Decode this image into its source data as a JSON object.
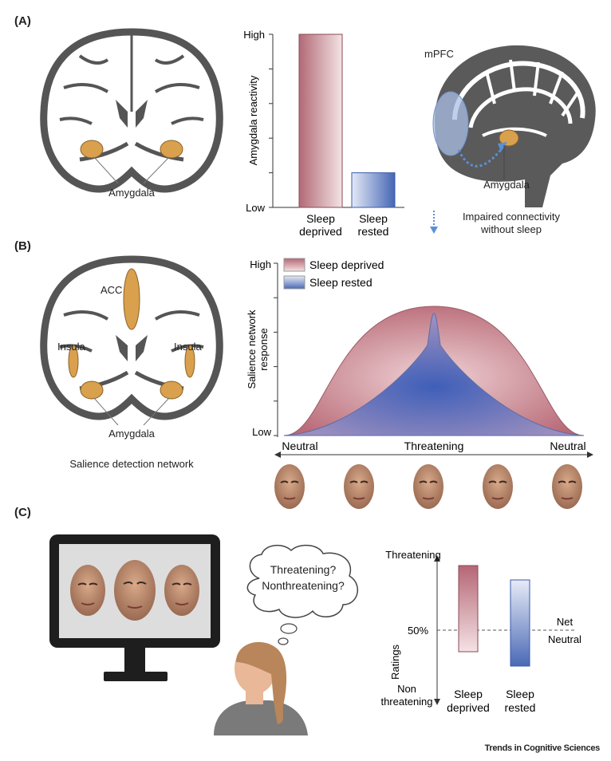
{
  "panel_labels": {
    "a": "(A)",
    "b": "(B)",
    "c": "(C)"
  },
  "panel_a": {
    "brain_label": "Amygdala",
    "sagittal": {
      "mpfc_label": "mPFC",
      "amygdala_label": "Amygdala",
      "legend_line1": "Impaired connectivity",
      "legend_line2": "without sleep"
    }
  },
  "panel_b": {
    "labels": {
      "acc": "ACC",
      "insula_left": "Insula",
      "insula_right": "Insula",
      "amygdala": "Amygdala"
    },
    "caption": "Salience detection network",
    "faces_count": 5
  },
  "panel_c": {
    "thought_line1": "Threatening?",
    "thought_line2": "Nonthreatening?",
    "net_label": "Net",
    "neutral_label": "Neutral"
  },
  "colors": {
    "deprived": "#b5606f",
    "rested": "#4a6fc0",
    "amygdala": "#d9a04e",
    "brain_outline": "#555555",
    "arrow": "#5b8fd6"
  },
  "journal": "Trends in Cognitive Sciences",
  "chart_data": [
    {
      "type": "bar",
      "categories": [
        "Sleep deprived",
        "Sleep rested"
      ],
      "category_lines": [
        [
          "Sleep",
          "deprived"
        ],
        [
          "Sleep",
          "rested"
        ]
      ],
      "values": [
        1.0,
        0.2
      ],
      "ylabel": "Amygdala reactivity",
      "yticks": [
        "Low",
        "High"
      ],
      "ylim": [
        0,
        1
      ]
    },
    {
      "type": "area",
      "ylabel_lines": [
        "Salience network",
        "response"
      ],
      "yticks": [
        "Low",
        "High"
      ],
      "xlabels": [
        "Neutral",
        "Threatening",
        "Neutral"
      ],
      "ylim": [
        0,
        1
      ],
      "series": [
        {
          "name": "Sleep deprived",
          "peak": 0.75
        },
        {
          "name": "Sleep rested",
          "peak": 0.71
        }
      ]
    },
    {
      "type": "bar",
      "categories": [
        "Sleep deprived",
        "Sleep rested"
      ],
      "category_lines": [
        [
          "Sleep",
          "deprived"
        ],
        [
          "Sleep",
          "rested"
        ]
      ],
      "ranges": [
        [
          0.35,
          0.95
        ],
        [
          0.25,
          0.85
        ]
      ],
      "ylabel": "Ratings",
      "ymid_label": "50%",
      "ytop_label": "Threatening",
      "ybottom_lines": [
        "Non",
        "threatening"
      ],
      "reference_line": 0.5,
      "ylim": [
        0,
        1
      ]
    }
  ]
}
